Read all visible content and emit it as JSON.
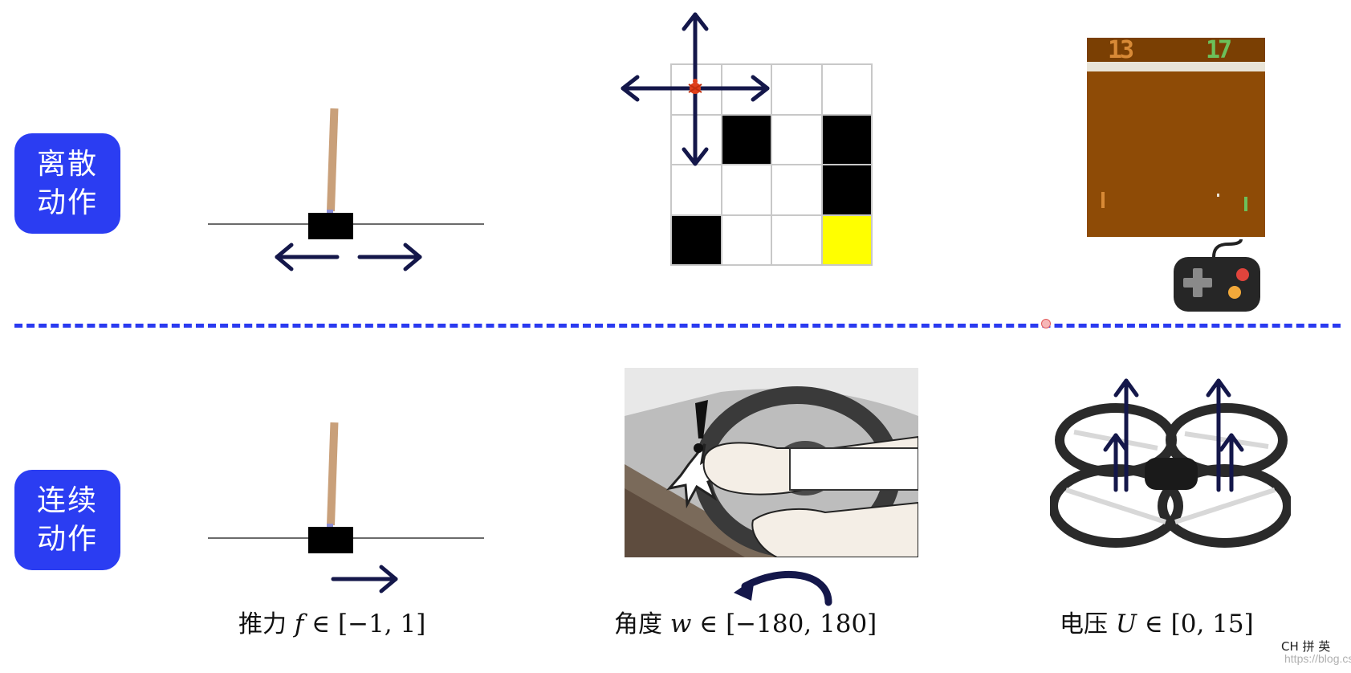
{
  "labels": {
    "discrete_line1": "离散",
    "discrete_line2": "动作",
    "continuous_line1": "连续",
    "continuous_line2": "动作"
  },
  "captions": {
    "thrust_cn": "推力",
    "thrust_var": "f",
    "thrust_range": "∈ [−1, 1]",
    "angle_cn": "角度",
    "angle_var": "w",
    "angle_range": "∈ [−180, 180]",
    "voltage_cn": "电压",
    "voltage_var": "U",
    "voltage_range": "∈ [0, 15]"
  },
  "pong": {
    "score_left": "13",
    "score_right": "17"
  },
  "gridworld": {
    "cells": [
      "white",
      "white",
      "white",
      "white",
      "white",
      "black",
      "white",
      "black",
      "white",
      "white",
      "white",
      "black",
      "black",
      "white",
      "white",
      "yellow"
    ]
  },
  "colors": {
    "label_bg": "#2b3df2",
    "arrow": "#14174a",
    "divider": "#2a3af0",
    "goal": "#ffff00"
  },
  "corner": {
    "ime": "CH 拼 英",
    "watermark": "https://blog.csdn.net/..."
  }
}
